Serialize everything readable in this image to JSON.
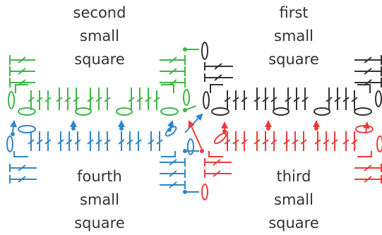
{
  "labels": {
    "second": [
      "second",
      "small",
      "square"
    ],
    "first": [
      "first",
      "small",
      "square"
    ],
    "fourth": [
      "fourth",
      "small",
      "square"
    ],
    "third": [
      "third",
      "small",
      "square"
    ]
  },
  "colors": {
    "second": "#3db54a",
    "first": "#333333",
    "fourth": "#2f86c8",
    "third": "#ec3b3b",
    "text": "#333333"
  }
}
